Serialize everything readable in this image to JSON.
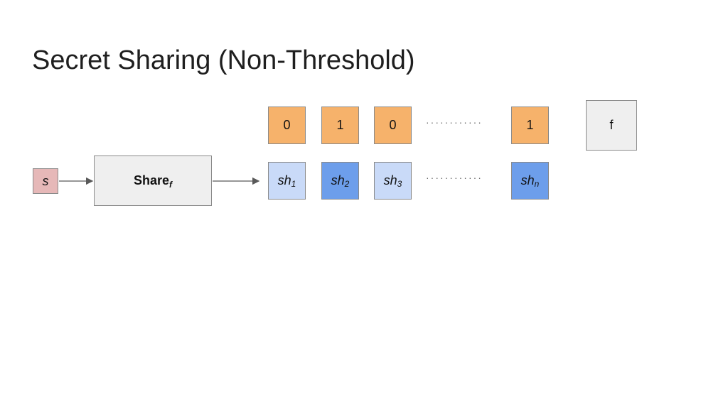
{
  "title": "Secret Sharing (Non-Threshold)",
  "secret": {
    "label": "s"
  },
  "share_function": {
    "label": "Share",
    "subscript": "f"
  },
  "function_box": {
    "label": "f"
  },
  "bits": [
    {
      "label": "0"
    },
    {
      "label": "1"
    },
    {
      "label": "0"
    },
    {
      "label": "1"
    }
  ],
  "shares": [
    {
      "base": "sh",
      "sub": "1",
      "shade": "light"
    },
    {
      "base": "sh",
      "sub": "2",
      "shade": "dark"
    },
    {
      "base": "sh",
      "sub": "3",
      "shade": "light"
    },
    {
      "base": "sh",
      "sub": "n",
      "shade": "dark"
    }
  ],
  "ellipsis": "············",
  "colors": {
    "bit_fill": "#f6b26b",
    "share_light": "#c9daf8",
    "share_dark": "#6d9eeb",
    "secret_fill": "#e6b8b8",
    "box_gray": "#efefef"
  }
}
